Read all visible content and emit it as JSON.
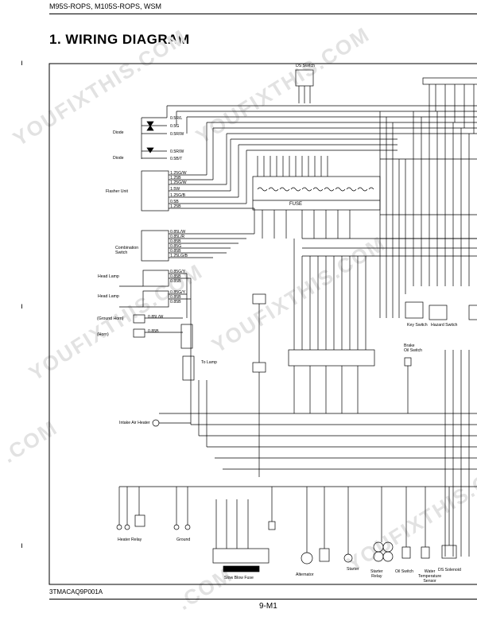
{
  "header": {
    "model_line": "M95S-ROPS, M105S-ROPS, WSM"
  },
  "title": "1. WIRING DIAGRAM",
  "figure_code": "3TMACAQ9P001A",
  "page_number": "9-M1",
  "margin_marks": [
    "ı",
    "ı",
    "ı"
  ],
  "watermark": [
    "YOUFIXTHIS.COM",
    "YOUFIXTHIS.COM",
    "YOUFIXTHIS.COM",
    "YOUFIXTHIS.COM",
    "YOUFIXTHIS.COM",
    ".COM",
    ".COM"
  ],
  "components": {
    "ds_switch": "DS Switch",
    "diode_1": "Diode",
    "diode_2": "Diode",
    "flasher_unit": "Flasher Unit",
    "combination_switch": "Combination\nSwitch",
    "head_lamp_1": "Head Lamp",
    "head_lamp_2": "Head Lamp",
    "ground_horn": "(Ground Horn)",
    "horn": "(Horn)",
    "to_lamp": "To Lamp",
    "intake_air_heater": "Intake Air Heater",
    "heater_relay": "Heater Relay",
    "ground": "Ground",
    "slow_blow_fuse": "Slow Blow Fuse",
    "alternator": "Alternator",
    "starter": "Starter",
    "starter_relay": "Starter\nRelay",
    "oil_switch": "Oil Switch",
    "water_temperature_sensor": "Water\nTemperature\nSensor",
    "ds_solenoid": "DS Solenoid",
    "fuse": "FUSE",
    "key_switch": "Key Switch",
    "hazard_switch": "Hazard Switch",
    "brake_oil_switch": "Brake\nOil Switch"
  },
  "wire_codes": {
    "diode": [
      "0.5R/L",
      "0.5G",
      "0.5R/W",
      "0.5R/W",
      "0.5B/T"
    ],
    "flasher": [
      "1.25G/W",
      "1.25B",
      "1.25G/W",
      "1.5W",
      "1.25G/B",
      "0.5B",
      "1.25B"
    ],
    "combination": [
      "0.85L/W",
      "0.85L/R",
      "0.85B",
      "0.85G",
      "0.85B",
      "1.25LG/B"
    ],
    "headlamp": [
      "0.85G/Y",
      "0.85B",
      "0.85B",
      "0.85G/Y",
      "0.85B",
      "0.85B"
    ],
    "horn": [
      "0.85L/W",
      "0.85B"
    ]
  }
}
